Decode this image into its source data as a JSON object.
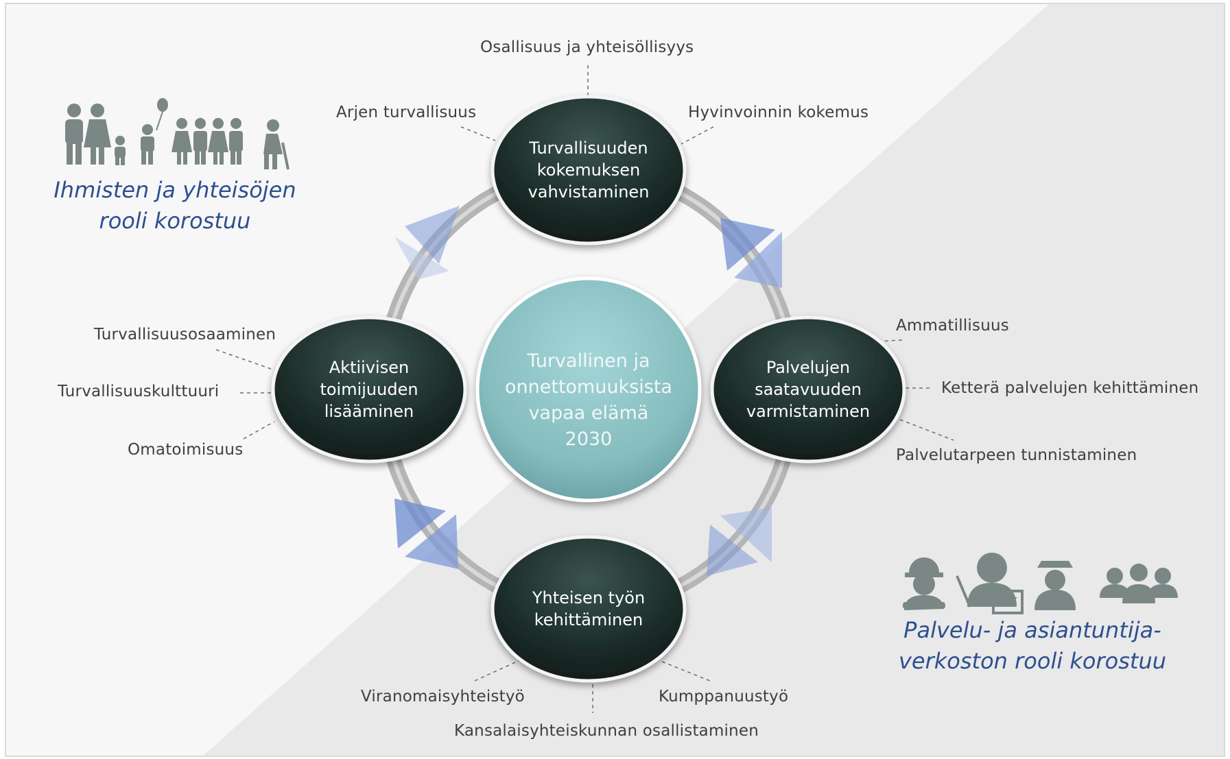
{
  "center": {
    "line1": "Turvallinen ja",
    "line2": "onnettomuuksista",
    "line3": "vapaa elämä",
    "line4": "2030"
  },
  "nodes": {
    "top": {
      "line1": "Turvallisuuden",
      "line2": "kokemuksen",
      "line3": "vahvistaminen"
    },
    "left": {
      "line1": "Aktiivisen",
      "line2": "toimijuuden",
      "line3": "lisääminen"
    },
    "right": {
      "line1": "Palvelujen",
      "line2": "saatavuuden",
      "line3": "varmistaminen"
    },
    "bottom": {
      "line1": "Yhteisen työn",
      "line2": "kehittäminen"
    }
  },
  "labels": {
    "top_center": "Osallisuus ja yhteisöllisyys",
    "top_left": "Arjen turvallisuus",
    "top_right": "Hyvinvoinnin kokemus",
    "left_1": "Turvallisuusosaaminen",
    "left_2": "Turvallisuuskulttuuri",
    "left_3": "Omatoimisuus",
    "right_1": "Ammatillisuus",
    "right_2": "Ketterä palvelujen kehittäminen",
    "right_3": "Palvelutarpeen tunnistaminen",
    "bottom_left": "Viranomaisyhteistyö",
    "bottom_right": "Kumppanuustyö",
    "bottom_center": "Kansalaisyhteiskunnan osallistaminen"
  },
  "roles": {
    "people_line1": "Ihmisten ja yhteisöjen",
    "people_line2": "rooli korostuu",
    "network_line1": "Palvelu- ja asiantuntija-",
    "network_line2": "verkoston rooli korostuu"
  },
  "icons": {
    "people": "family-group-icon",
    "network": "professionals-group-icon"
  },
  "colors": {
    "node_fill": "#203330",
    "center_fill": "#8cc2c4",
    "ring": "#b9b9b9",
    "arrow": "#6b8bd1",
    "role_text": "#2d4f8f",
    "icon": "#7a8785"
  }
}
